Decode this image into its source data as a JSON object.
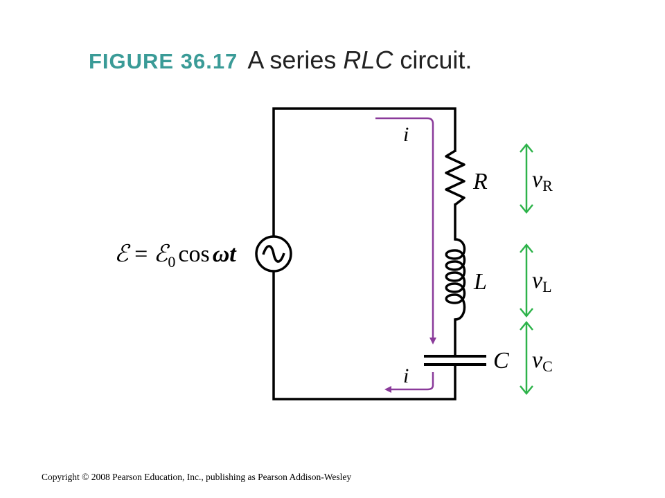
{
  "figure": {
    "label": "FIGURE 36.17",
    "caption_pre": "A series ",
    "caption_em": "RLC",
    "caption_post": " circuit.",
    "label_color": "#3a9b97"
  },
  "circuit": {
    "emf_symbol": "ℰ",
    "emf_equals": " = ",
    "emf_base": "ℰ",
    "emf_sub": "0",
    "emf_func": "cos",
    "emf_arg": "ωt",
    "resistor_label": "R",
    "inductor_label": "L",
    "capacitor_label": "C",
    "current_label_top": "i",
    "current_label_bottom": "i",
    "voltages": [
      {
        "symbol": "v",
        "sub": "R"
      },
      {
        "symbol": "v",
        "sub": "L"
      },
      {
        "symbol": "v",
        "sub": "C"
      }
    ],
    "colors": {
      "wire": "#000000",
      "current_arrow": "#8a3a9a",
      "voltage_arrow": "#2db34a"
    }
  },
  "copyright": "Copyright © 2008 Pearson Education, Inc., publishing as Pearson Addison-Wesley"
}
